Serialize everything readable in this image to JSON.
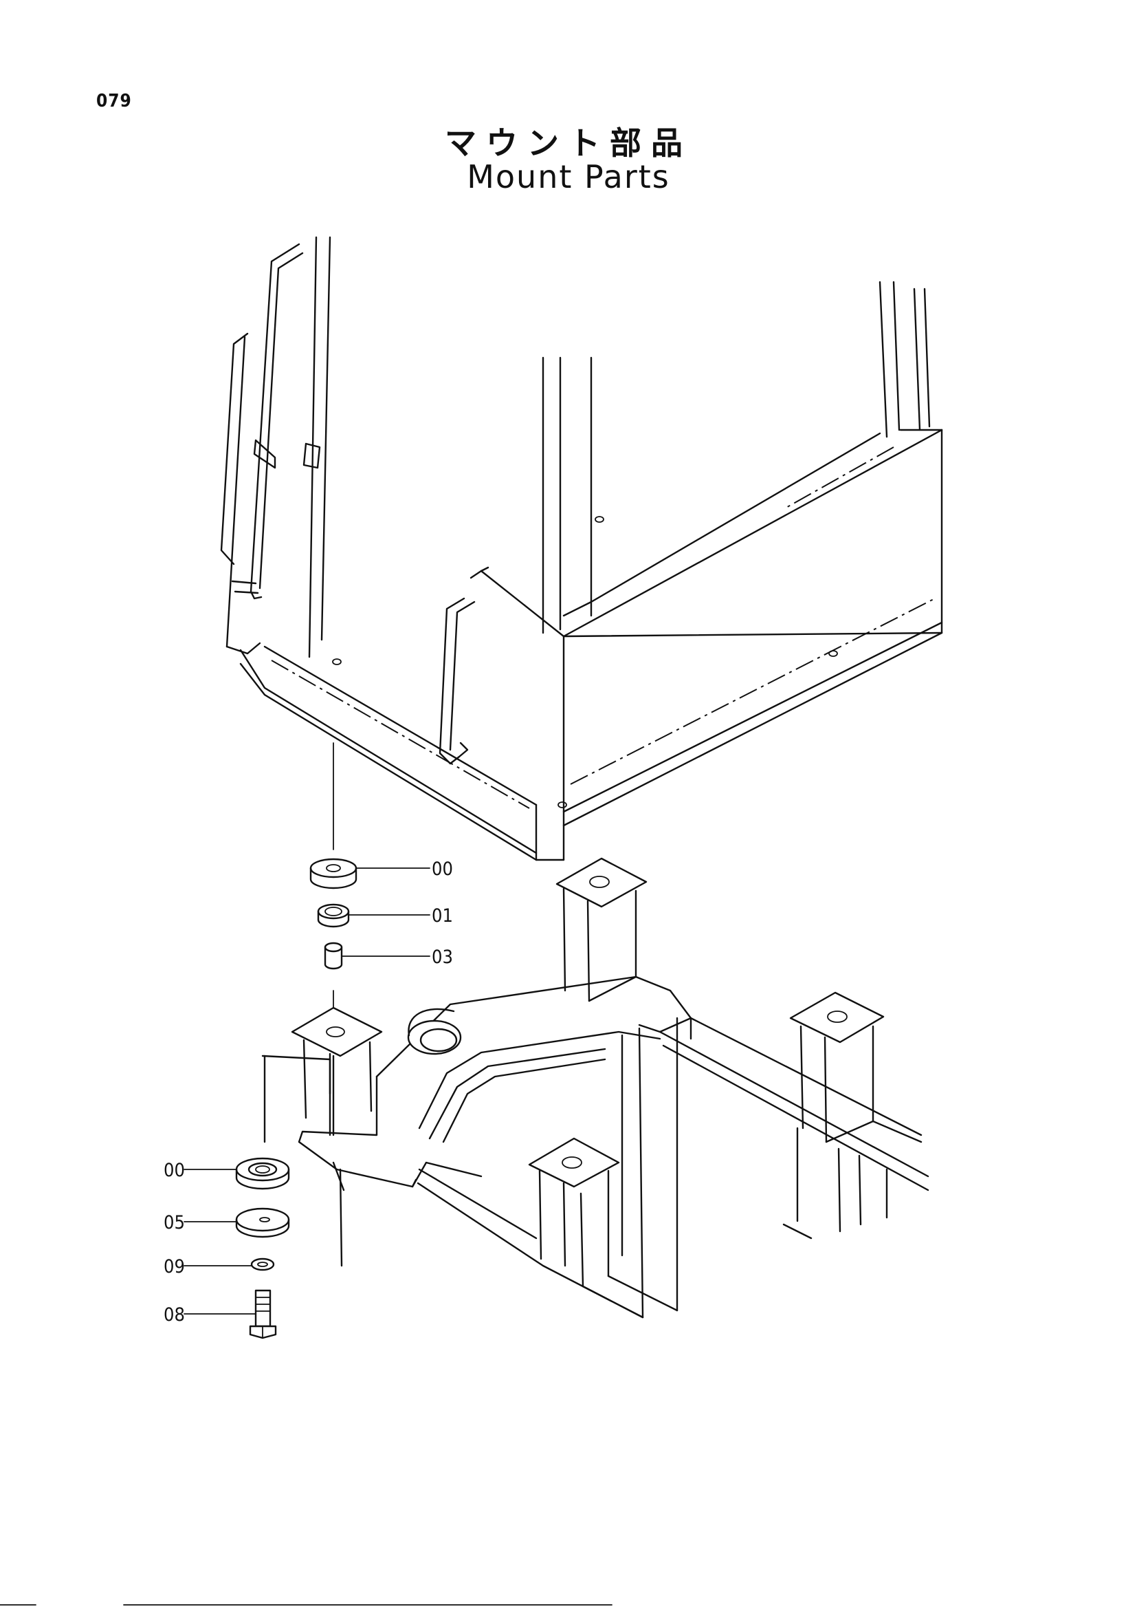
{
  "page": {
    "number": "079",
    "title_jp": "マウント部品",
    "title_en": "Mount Parts"
  },
  "callouts": [
    {
      "id": "00",
      "label": "00"
    },
    {
      "id": "01",
      "label": "01"
    },
    {
      "id": "03",
      "label": "03"
    },
    {
      "id": "00b",
      "label": "00"
    },
    {
      "id": "05",
      "label": "05"
    },
    {
      "id": "09",
      "label": "09"
    },
    {
      "id": "08",
      "label": "08"
    }
  ],
  "colors": {
    "ink": "#111111",
    "paper": "#ffffff"
  }
}
